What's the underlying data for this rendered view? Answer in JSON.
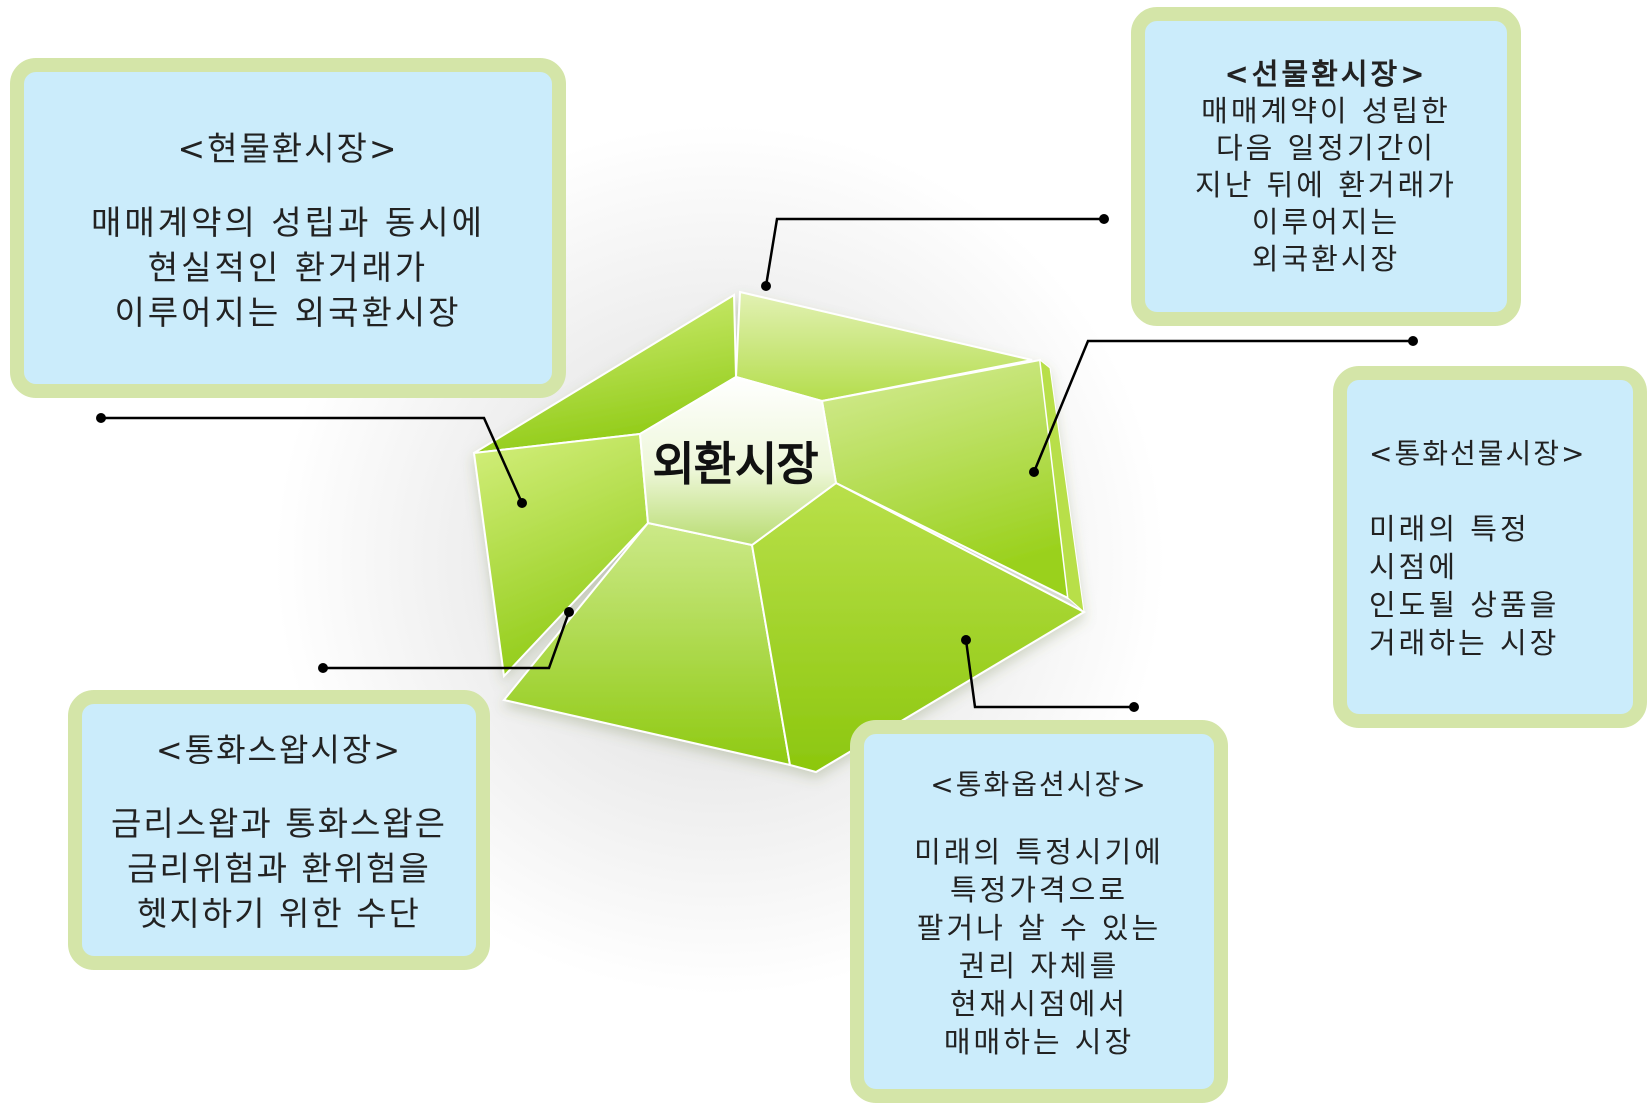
{
  "center": {
    "label": "외환시장"
  },
  "boxes": {
    "spot": {
      "title": "<현물환시장>",
      "desc": "매매계약의 성립과 동시에\n현실적인 환거래가\n이루어지는 외국환시장"
    },
    "forward": {
      "title": "<선물환시장>",
      "desc": "매매계약이 성립한\n다음 일정기간이\n지난 뒤에 환거래가\n이루어지는\n외국환시장"
    },
    "futures": {
      "title": "<통화선물시장>",
      "desc": "미래의 특정\n시점에\n인도될 상품을\n거래하는 시장"
    },
    "swap": {
      "title": "<통화스왑시장>",
      "desc": "금리스왑과 통화스왑은\n금리위험과 환위험을\n헷지하기 위한 수단"
    },
    "option": {
      "title": "<통화옵션시장>",
      "desc": "미래의 특정시기에\n특정가격으로\n팔거나 살 수 있는\n권리 자체를\n현재시점에서\n매매하는 시장"
    }
  },
  "colors": {
    "box_fill": "#cbecfb",
    "box_border": "#d4e5a8",
    "segment_light": "#d9ee9a",
    "segment_dark": "#94cf10",
    "connector": "#000000"
  }
}
